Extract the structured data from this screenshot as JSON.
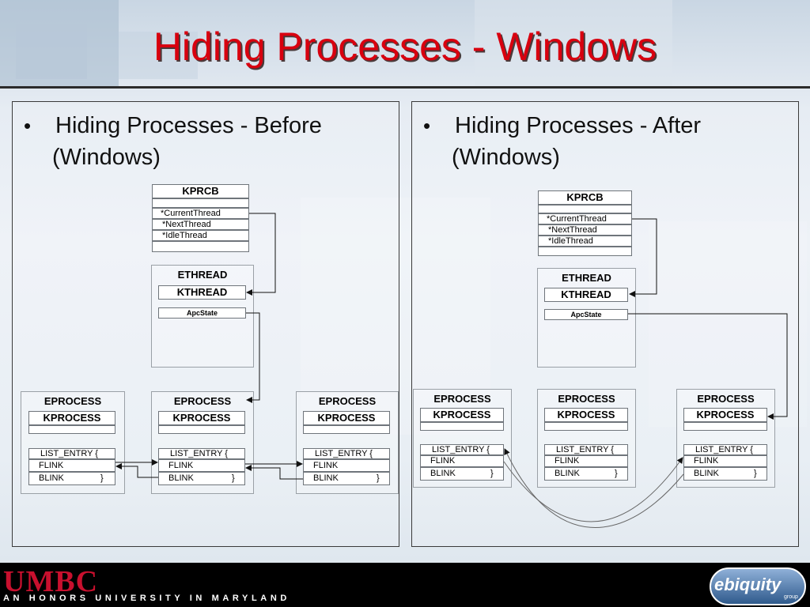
{
  "title": "Hiding Processes - Windows",
  "before": {
    "bullet_line1": "Hiding Processes - Before",
    "bullet_line2": "(Windows)"
  },
  "after": {
    "bullet_line1": "Hiding Processes - After",
    "bullet_line2": "(Windows)"
  },
  "labels": {
    "kprcb": "KPRCB",
    "current_thread": "*CurrentThread",
    "next_thread": "*NextThread",
    "idle_thread": "*IdleThread",
    "ethread": "ETHREAD",
    "kthread": "KTHREAD",
    "apcstate": "ApcState",
    "eprocess": "EPROCESS",
    "kprocess": "KPROCESS",
    "list_entry": "LIST_ENTRY {",
    "flink": "FLINK",
    "blink": "BLINK",
    "brace": "}"
  },
  "footer": {
    "umbc": "UMBC",
    "umbc_tagline": "AN HONORS UNIVERSITY IN MARYLAND",
    "ebiquity": "ebiquity",
    "ebiquity_sub": "group"
  }
}
